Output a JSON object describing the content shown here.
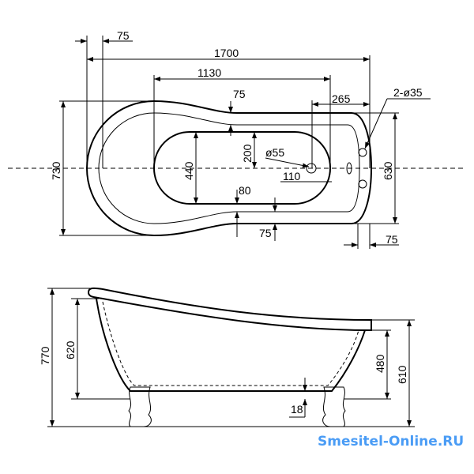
{
  "top_view": {
    "dim_rim_left": "75",
    "dim_length": "1700",
    "dim_basin_length": "1130",
    "dim_rim_side": "75",
    "dim_drain_offset": "265",
    "dim_holes": "2-ø35",
    "dim_drain_y": "200",
    "dim_drain_dia": "ø55",
    "dim_basin_width": "440",
    "dim_width": "730",
    "dim_narrow_width": "630",
    "dim_drain_x": "110",
    "dim_80": "80",
    "dim_rim_bottom": "75",
    "dim_rim_right": "75"
  },
  "side_view": {
    "dim_height": "770",
    "dim_inner_height": "620",
    "dim_body_height": "480",
    "dim_rim_height": "610",
    "dim_feet": "18"
  },
  "watermark": "Smesitel-Online.RU",
  "colors": {
    "watermark": "#4a9cf5"
  }
}
